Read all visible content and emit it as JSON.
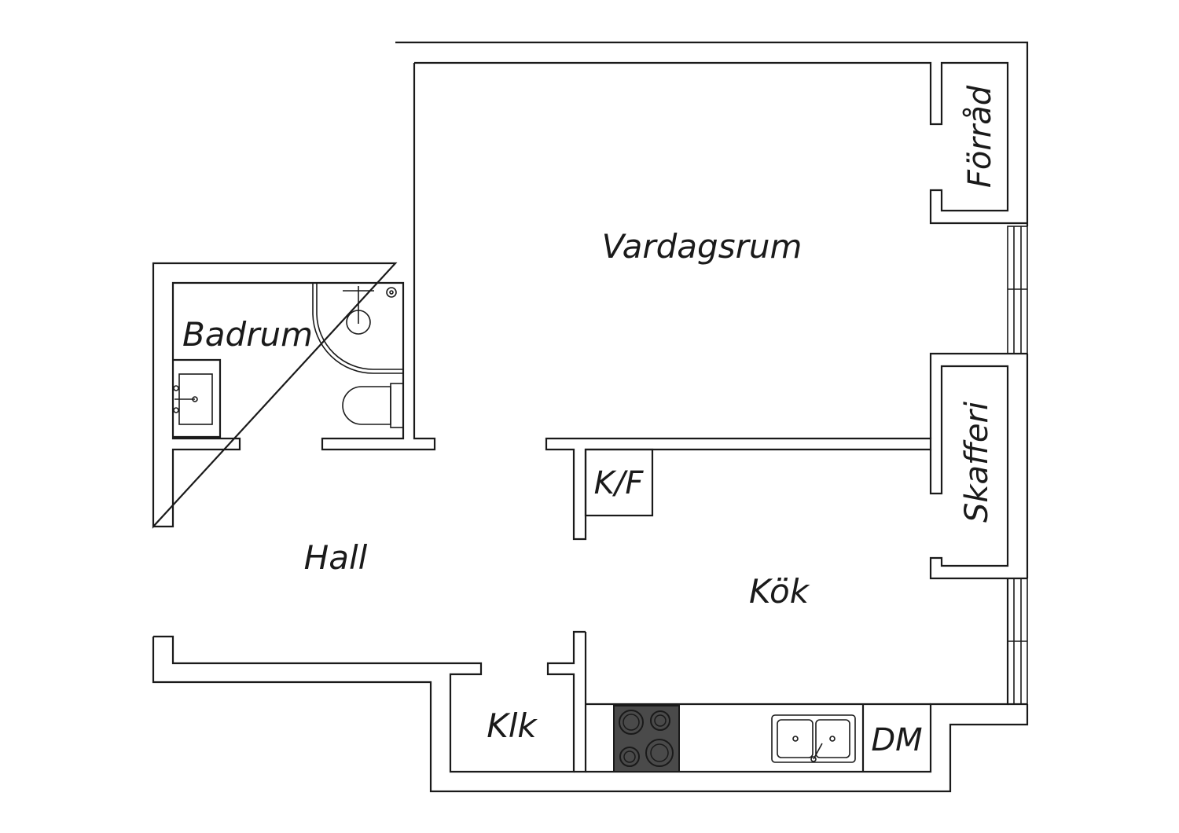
{
  "rooms": {
    "vardagsrum": "Vardagsrum",
    "forrad": "Förråd",
    "badrum": "Badrum",
    "hall": "Hall",
    "kf": "K/F",
    "skafferi": "Skafferi",
    "kok": "Kök",
    "klk": "Klk",
    "dm": "DM"
  },
  "colors": {
    "wall_stroke": "#1a1a1a",
    "background": "#ffffff",
    "stove_fill": "#4a4a4a"
  }
}
